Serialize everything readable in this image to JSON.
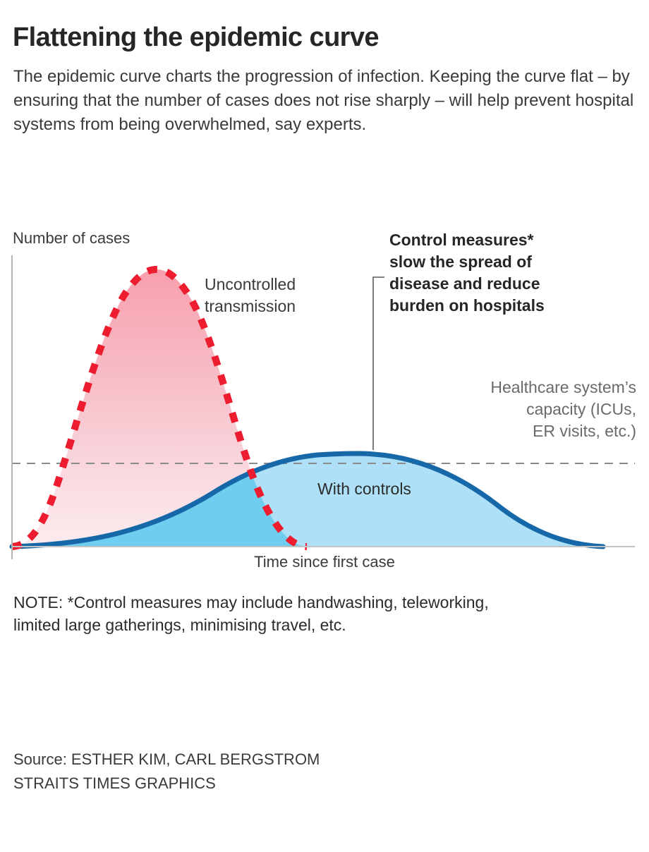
{
  "header": {
    "title": "Flattening the epidemic curve",
    "subtitle": "The epidemic curve charts the progression of infection. Keeping the curve flat – by ensuring that the number of cases does not rise sharply – will help prevent hospital systems from being overwhelmed, say experts."
  },
  "annotations": {
    "uncontrolled_line1": "Uncontrolled",
    "uncontrolled_line2": "transmission",
    "control_line1": "Control measures*",
    "control_line2": "slow the spread of",
    "control_line3": "disease and reduce",
    "control_line4": "burden on hospitals",
    "capacity_line1": "Healthcare system’s",
    "capacity_line2": "capacity (ICUs,",
    "capacity_line3": "ER visits, etc.)",
    "with_controls": "With controls"
  },
  "footer": {
    "note_line1": "NOTE: *Control measures may include handwashing, teleworking,",
    "note_line2": "limited large gatherings, minimising travel, etc.",
    "source_line1": "Source: ESTHER KIM, CARL BERGSTROM",
    "source_line2": "STRAITS TIMES GRAPHICS"
  },
  "colors": {
    "uncontrolled_stroke": "#ED1C2E",
    "uncontrolled_fill": "#F6A8B4",
    "controls_stroke": "#1668A8",
    "controls_fill": "#AEE0F7",
    "overlap_fill": "#6FCDF0",
    "capacity_line": "#8A8A8A",
    "axis": "#B5B5B5",
    "text": "#2b2b2b",
    "muted_text": "#6a6a6a"
  },
  "chart_data": {
    "type": "area",
    "title": "Flattening the epidemic curve",
    "xlabel": "Time since first case",
    "ylabel": "Number of cases",
    "grid": false,
    "legend": "inline-annotations",
    "xlim": [
      0,
      100
    ],
    "ylim": [
      0,
      100
    ],
    "threshold": {
      "label": "Healthcare system’s capacity (ICUs, ER visits, etc.)",
      "value": 28,
      "style": "dashed",
      "color": "#8A8A8A"
    },
    "series": [
      {
        "name": "Uncontrolled transmission",
        "style": "dashed",
        "color": "#ED1C2E",
        "fill": "#F6A8B4",
        "peak_x": 24,
        "peak_y": 94,
        "end_x": 50,
        "x": [
          0,
          3,
          6,
          9,
          12,
          15,
          18,
          21,
          24,
          27,
          30,
          33,
          36,
          39,
          42,
          45,
          48,
          50
        ],
        "y": [
          1,
          5,
          14,
          30,
          52,
          75,
          89,
          94,
          94,
          88,
          76,
          60,
          44,
          30,
          19,
          10,
          4,
          0
        ]
      },
      {
        "name": "With controls",
        "style": "solid",
        "color": "#1668A8",
        "fill": "#AEE0F7",
        "peak_x": 58,
        "peak_y": 31,
        "end_x": 100,
        "x": [
          0,
          8,
          16,
          24,
          32,
          40,
          46,
          52,
          58,
          64,
          70,
          76,
          82,
          88,
          94,
          100
        ],
        "y": [
          1,
          2,
          4,
          7,
          11,
          17,
          22,
          28,
          31,
          30,
          27,
          21,
          14,
          8,
          3,
          1
        ]
      }
    ],
    "annotations": [
      {
        "text": "Uncontrolled transmission",
        "target": "Uncontrolled transmission"
      },
      {
        "text": "Control measures* slow the spread of disease and reduce burden on hospitals",
        "target": "With controls peak"
      },
      {
        "text": "With controls",
        "target": "With controls"
      }
    ]
  }
}
